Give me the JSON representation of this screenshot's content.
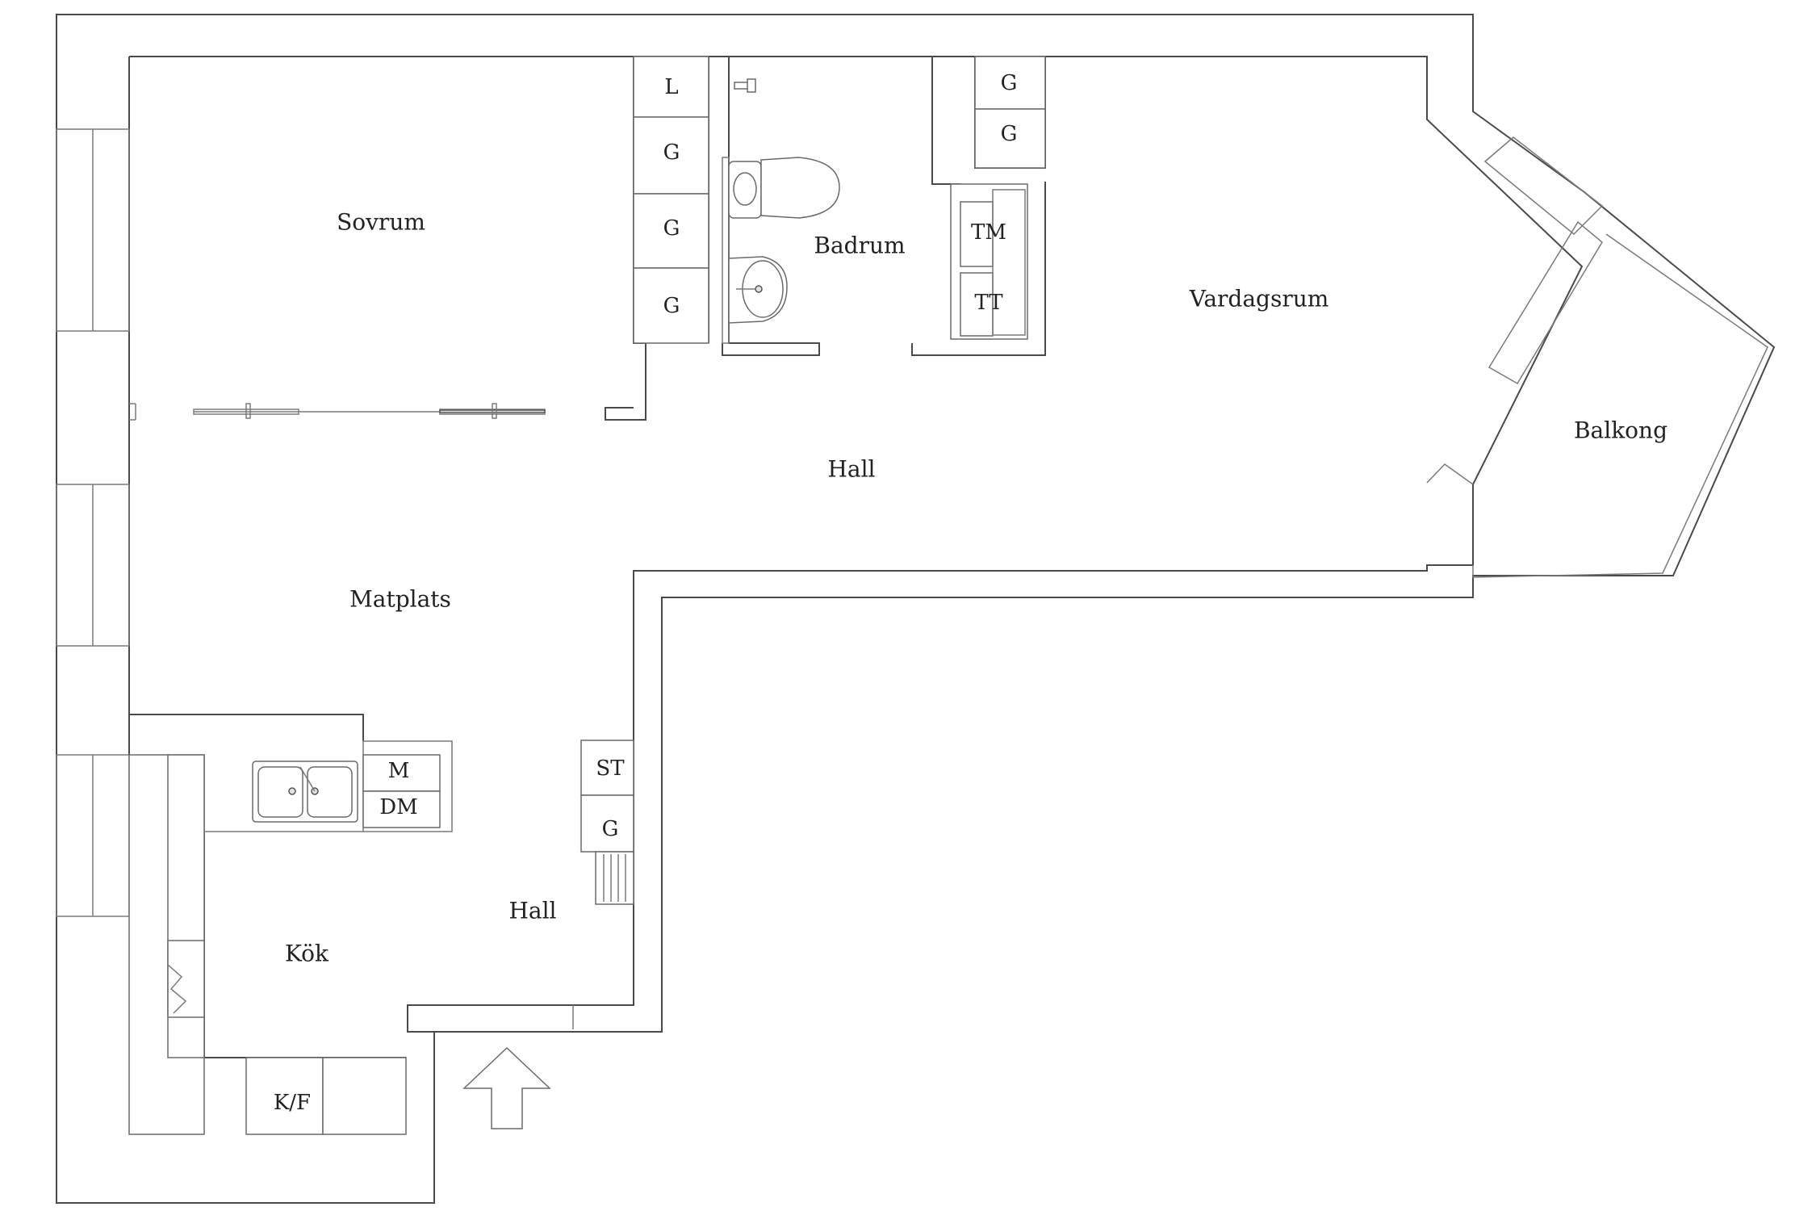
{
  "rooms": {
    "sovrum": "Sovrum",
    "badrum": "Badrum",
    "vardagsrum": "Vardagsrum",
    "balkong": "Balkong",
    "hall_upper": "Hall",
    "matplats": "Matplats",
    "kok": "Kök",
    "hall_lower": "Hall"
  },
  "fixtures": {
    "linen": "L",
    "wardrobe": "G",
    "washer": "TM",
    "dryer": "TT",
    "microwave": "M",
    "dishwasher": "DM",
    "fridge_freezer": "K/F",
    "hall_cabinet": "ST"
  },
  "icons": [
    "entrance-arrow-icon",
    "toilet-icon",
    "sink-icon",
    "kitchen-sink-icon",
    "radiator-icon",
    "fireplace-icon"
  ]
}
